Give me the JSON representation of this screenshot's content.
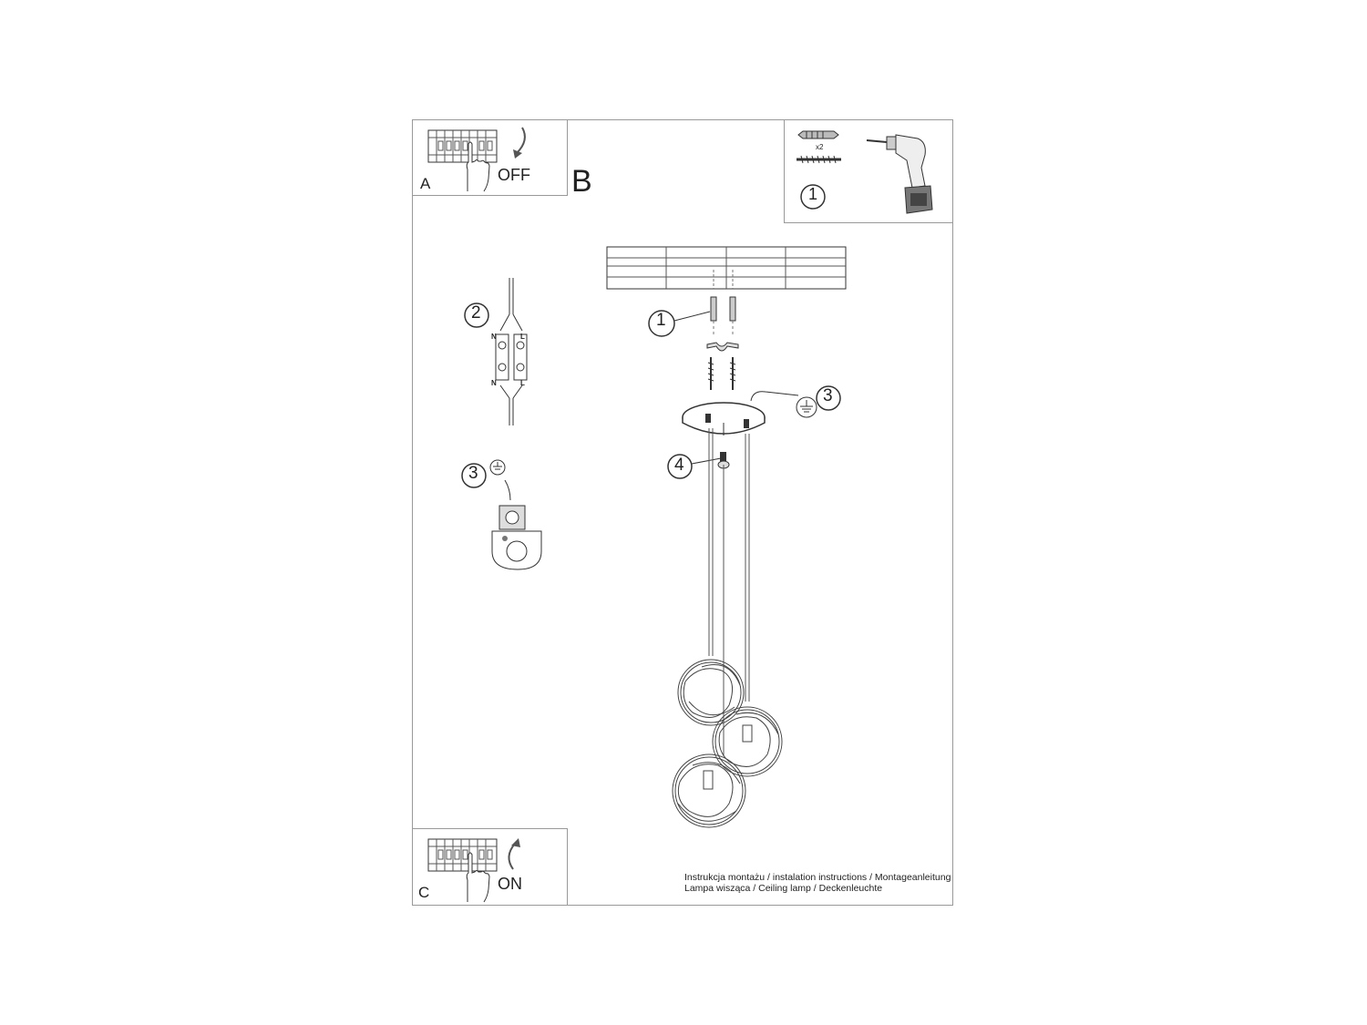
{
  "step_a": {
    "letter": "A",
    "switch_label": "OFF"
  },
  "step_b": {
    "letter": "B"
  },
  "step_c": {
    "letter": "C",
    "switch_label": "ON"
  },
  "parts_box": {
    "multiplier": "x2",
    "step_number": "1"
  },
  "callouts": {
    "one": "1",
    "two": "2",
    "three": "3",
    "four": "4"
  },
  "wiring": {
    "n_top": "N",
    "l_top": "L",
    "n_bottom": "N",
    "l_bottom": "L"
  },
  "caption": {
    "line1": "Instrukcja montażu / instalation instructions / Montageanleitung",
    "line2": "Lampa wisząca / Ceiling lamp / Deckenleuchte"
  },
  "icons": [
    "breaker-panel-icon",
    "hand-icon",
    "curved-arrow-icon",
    "wall-plug-icon",
    "screw-icon",
    "drill-icon",
    "ground-symbol-icon",
    "terminal-block-icon",
    "ground-clamp-icon"
  ]
}
